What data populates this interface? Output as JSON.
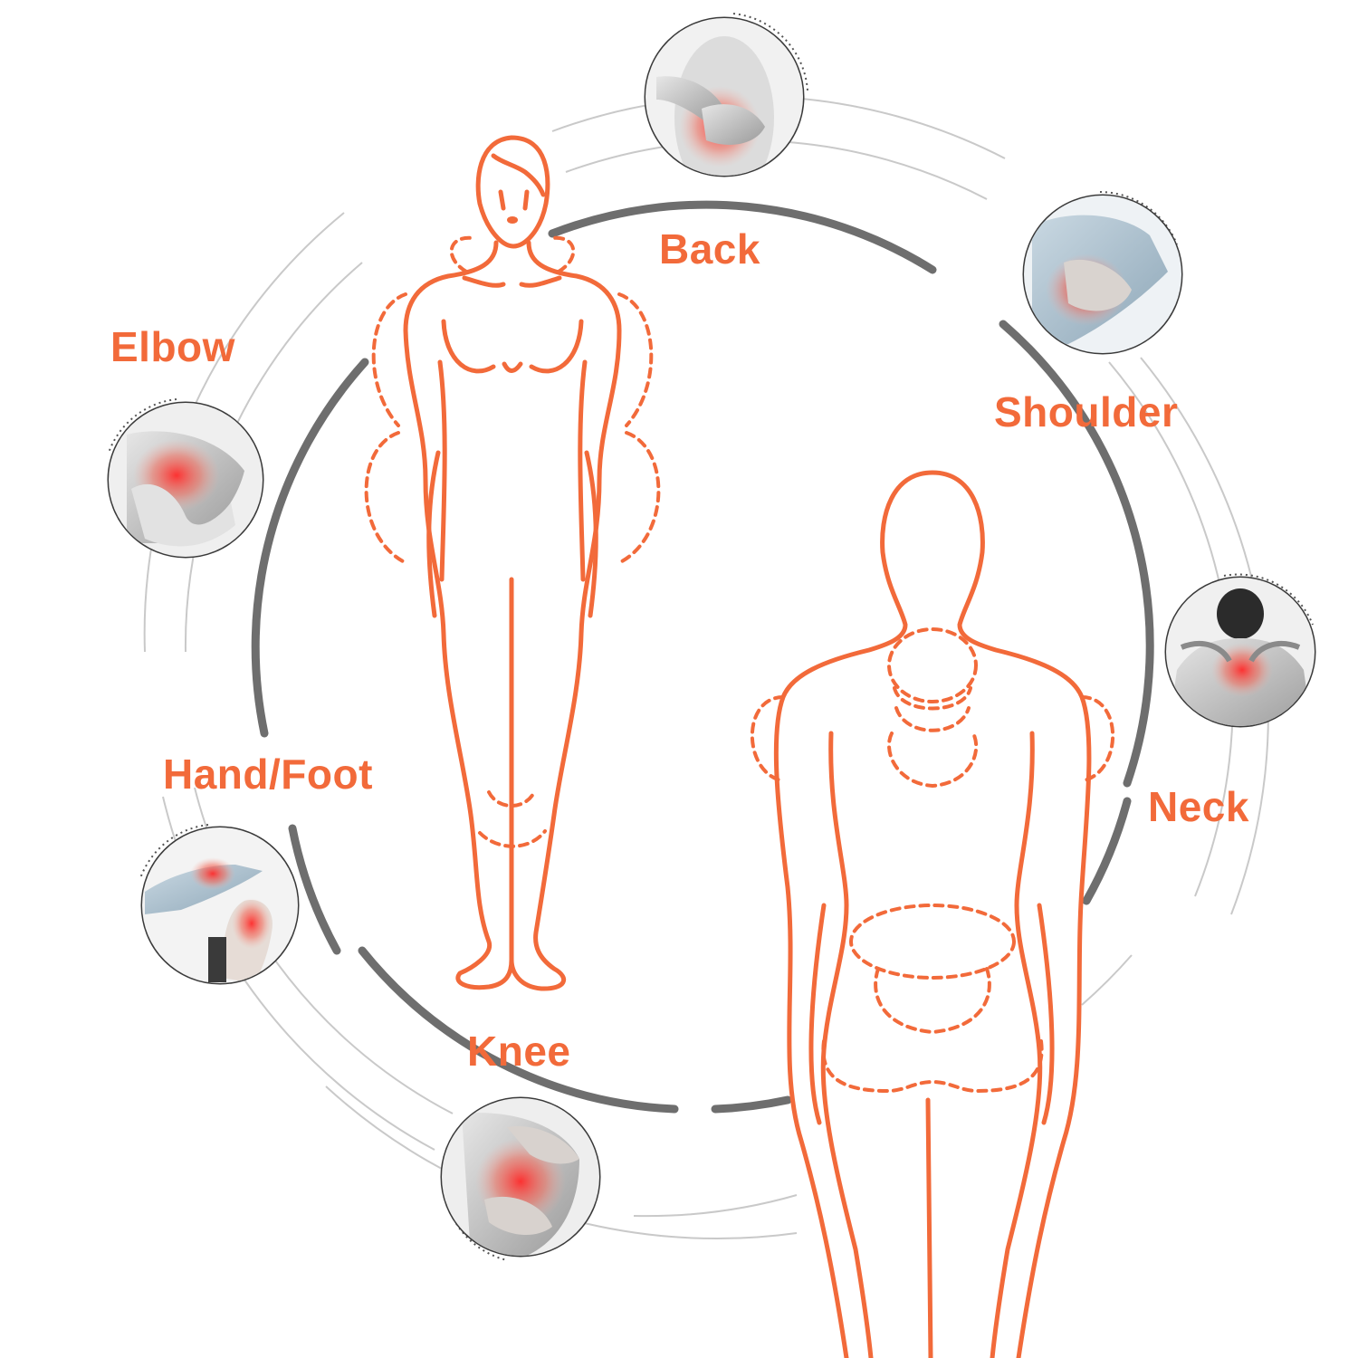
{
  "colors": {
    "accent": "#f26a3a",
    "ring_dark": "#6e6e6e",
    "ring_light": "#c9c9c9",
    "pain_red": "#e8453c"
  },
  "labels": {
    "back": "Back",
    "shoulder": "Shoulder",
    "neck": "Neck",
    "elbow": "Elbow",
    "hand_foot": "Hand/Foot",
    "knee": "Knee"
  },
  "icons": [
    {
      "area": "back",
      "icon": "back-pain-photo-icon"
    },
    {
      "area": "shoulder",
      "icon": "shoulder-pain-photo-icon"
    },
    {
      "area": "neck",
      "icon": "neck-pain-photo-icon"
    },
    {
      "area": "elbow",
      "icon": "elbow-pain-photo-icon"
    },
    {
      "area": "hand_foot",
      "icon": "hand-foot-pain-photo-icon"
    },
    {
      "area": "knee",
      "icon": "knee-pain-photo-icon"
    }
  ]
}
